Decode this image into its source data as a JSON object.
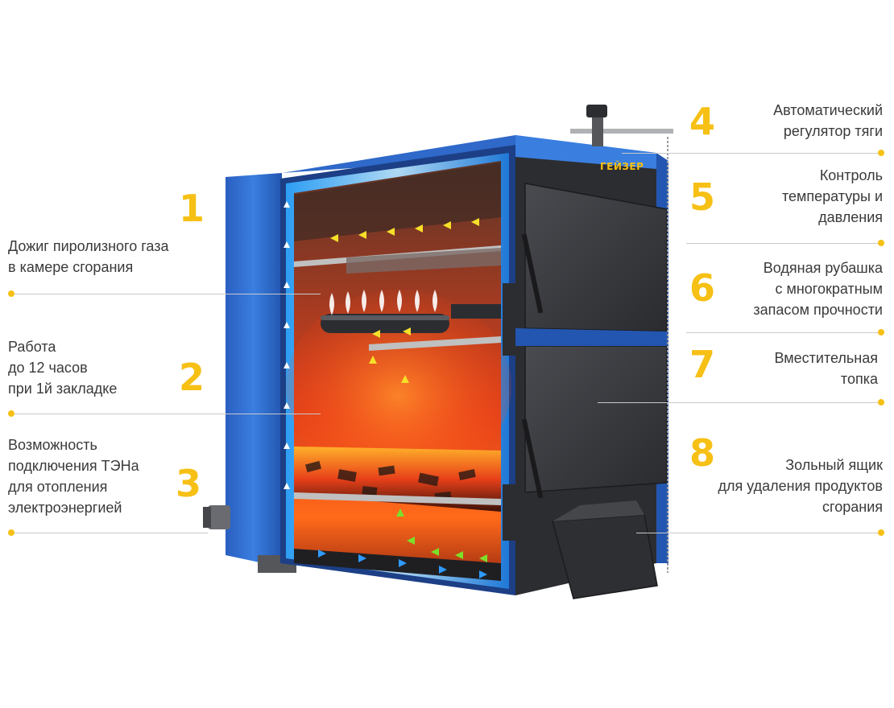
{
  "callouts": [
    {
      "num": "1",
      "lines": [
        "Дожиг пиролизного газа",
        "в камере сгорания"
      ]
    },
    {
      "num": "2",
      "lines": [
        "Работа",
        "до 12 часов",
        "при 1й закладке"
      ]
    },
    {
      "num": "3",
      "lines": [
        "Возможность",
        "подключения ТЭНа",
        "для отопления",
        "электроэнергией"
      ]
    },
    {
      "num": "4",
      "lines": [
        "Автоматический",
        "регулятор тяги"
      ]
    },
    {
      "num": "5",
      "lines": [
        "Контроль",
        "температуры и",
        "давления"
      ]
    },
    {
      "num": "6",
      "lines": [
        "Водяная рубашка",
        "с многократным",
        "запасом прочности"
      ]
    },
    {
      "num": "7",
      "lines": [
        "Вместительная",
        "топка"
      ]
    },
    {
      "num": "8",
      "lines": [
        "Зольный ящик",
        "для удаления продуктов",
        "сгорания"
      ]
    }
  ],
  "brand": "ГЕЙЗЕР",
  "colors": {
    "accent": "#f6c015",
    "jacket_blue": "#2f69c9",
    "fire_red": "#d9311a",
    "door_dark": "#3b3c40"
  }
}
